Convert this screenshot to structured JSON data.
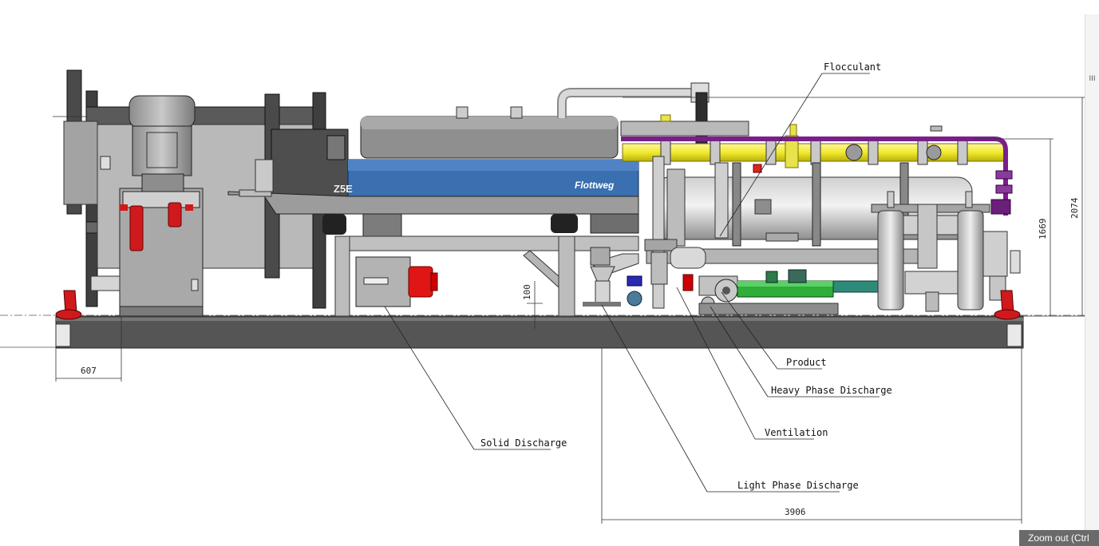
{
  "callouts": {
    "flocculant": "Flocculant",
    "product": "Product",
    "heavy_phase": "Heavy Phase Discharge",
    "ventilation": "Ventilation",
    "solid_discharge": "Solid Discharge",
    "light_phase": "Light Phase Discharge"
  },
  "dimensions": {
    "d607": "607",
    "d3906": "3906",
    "d100": "100",
    "d1669": "1669",
    "d2074": "2074"
  },
  "machine": {
    "model_label": "Z5E",
    "brand": "Flottweg"
  },
  "ui": {
    "zoom_out": "Zoom out (Ctrl",
    "scroll_grip": "III"
  },
  "colors": {
    "frame_grey": "#9a9a9a",
    "dark_steel": "#3c3c3c",
    "decanter_blue": "#3a6fb0",
    "flocculant_yellow": "#f2ea2c",
    "purple_pipe": "#7a1f8a",
    "filter_red": "#d0191c",
    "pump_green": "#2fae3a",
    "teal_pipe": "#2f8a7a",
    "background": "#ffffff"
  }
}
